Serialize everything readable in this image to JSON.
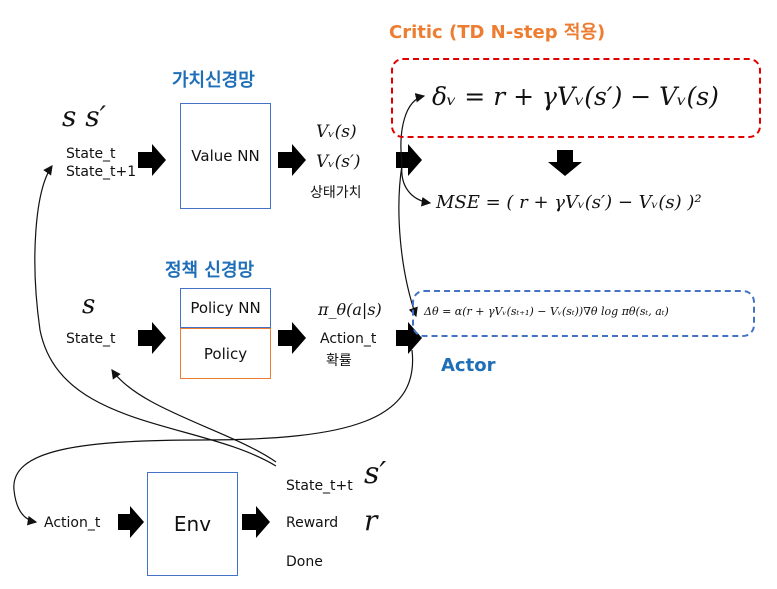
{
  "critic_title": "Critic (TD N-step 적용)",
  "value_net_title": "가치신경망",
  "policy_net_title": "정책 신경망",
  "actor_title": "Actor",
  "symbols": {
    "s_s_prime": "s s′",
    "s": "s",
    "s_prime": "s′",
    "r": "r"
  },
  "value_section": {
    "state_t": "State_t",
    "state_t1": "State_t+1",
    "value_nn": "Value NN",
    "v_s": "Vᵥ(s)",
    "v_s_prime": "Vᵥ(s′)",
    "state_value": "상태가치"
  },
  "policy_section": {
    "state_t": "State_t",
    "policy_nn": "Policy NN",
    "policy": "Policy",
    "pi": "π_θ(a|s)",
    "action_t": "Action_t",
    "prob": "확률"
  },
  "env_section": {
    "action_t": "Action_t",
    "env": "Env",
    "state_tt": "State_t+t",
    "reward": "Reward",
    "done": "Done"
  },
  "formulas": {
    "td_error": "δᵥ = r + γVᵥ(s′) − Vᵥ(s)",
    "mse": "MSE = ( r + γVᵥ(s′) − Vᵥ(s) )²",
    "actor_update": "Δθ = α(r + γVᵥ(sₜ₊₁) − Vᵥ(sₜ))∇θ log πθ(sₜ, aₜ)"
  },
  "colors": {
    "blue": "#1f6fb8",
    "orange": "#ed7d31",
    "red_dashed": "#e00000",
    "blue_dashed": "#4472c4",
    "formula_red": "#e00000"
  }
}
